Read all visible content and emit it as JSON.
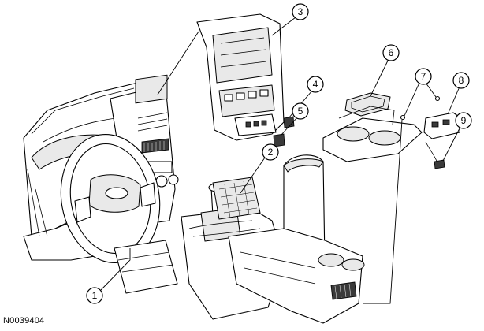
{
  "figure": {
    "id": "N0039404"
  },
  "callouts": [
    {
      "label": "1"
    },
    {
      "label": "2"
    },
    {
      "label": "3"
    },
    {
      "label": "4"
    },
    {
      "label": "5"
    },
    {
      "label": "6"
    },
    {
      "label": "7"
    },
    {
      "label": "8"
    },
    {
      "label": "9"
    }
  ]
}
